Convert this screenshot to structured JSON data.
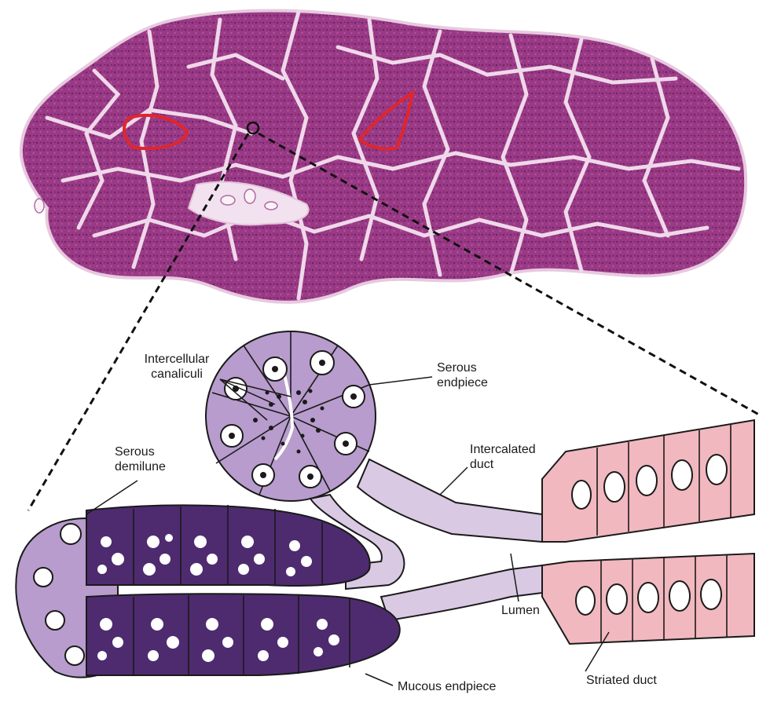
{
  "labels": {
    "intercellular_canaliculi": [
      "Intercellular",
      "canaliculi"
    ],
    "serous_endpiece": [
      "Serous",
      "endpiece"
    ],
    "serous_demilune": [
      "Serous",
      "demilune"
    ],
    "intercalated_duct": [
      "Intercalated",
      "duct"
    ],
    "lumen": "Lumen",
    "striated_duct": "Striated duct",
    "mucous_endpiece": "Mucous endpiece"
  },
  "colors": {
    "tissue": "#9a3a86",
    "tissue_dark": "#6e2565",
    "connective_tissue": "#efd8ea",
    "highlight_outline": "#e0262b",
    "serous_cell": "#b79ccd",
    "serous_dark": "#9b7ab8",
    "mucous_cell": "#4e2b6f",
    "duct_cell": "#d9c9e3",
    "striated_cell": "#f2b8bf",
    "outline": "#1a1a1a"
  }
}
